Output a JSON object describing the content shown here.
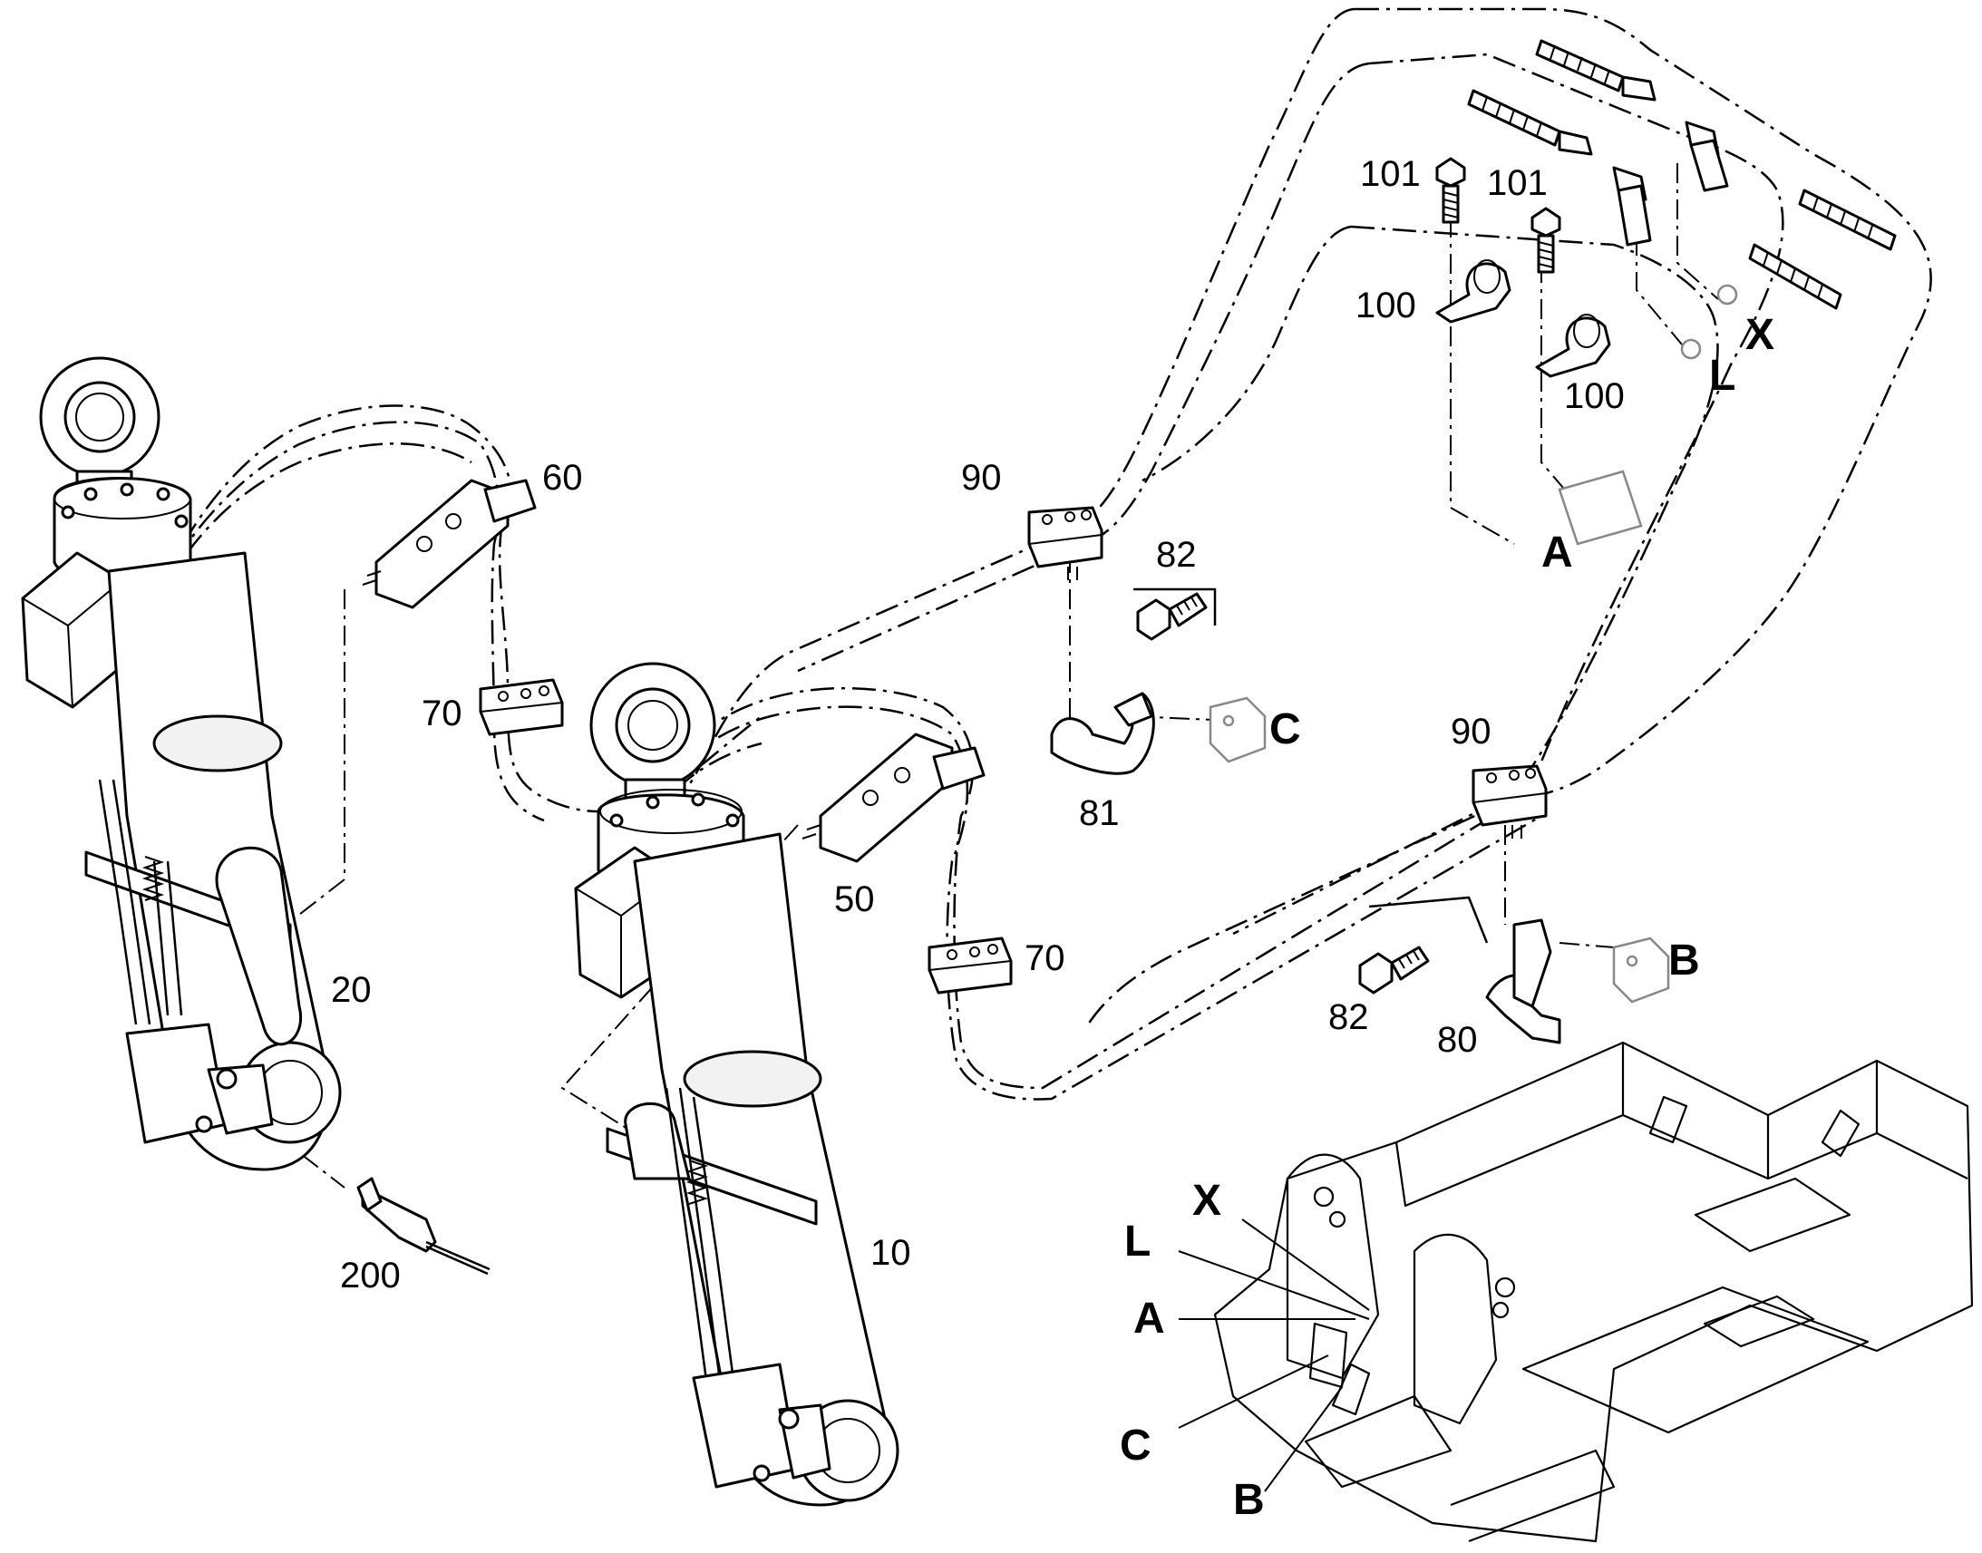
{
  "callouts": {
    "p10": "10",
    "p20": "20",
    "p50": "50",
    "p60": "60",
    "p70a": "70",
    "p70b": "70",
    "p80": "80",
    "p81": "81",
    "p82a": "82",
    "p82b": "82",
    "p90a": "90",
    "p90b": "90",
    "p100a": "100",
    "p100b": "100",
    "p101a": "101",
    "p101b": "101",
    "p200": "200"
  },
  "connection_letters": {
    "A_top": "A",
    "L_top": "L",
    "X_top": "X",
    "C_top": "C",
    "B_top": "B",
    "X_frame": "X",
    "L_frame": "L",
    "A_frame": "A",
    "C_frame": "C",
    "B_frame": "B"
  }
}
